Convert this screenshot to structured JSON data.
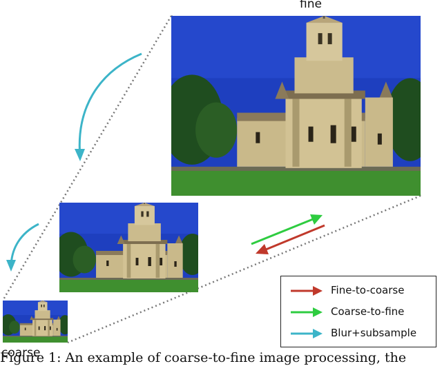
{
  "labels": {
    "fine": "fine",
    "coarse": "coarse"
  },
  "legend": [
    {
      "label": "Fine-to-coarse",
      "color": "#c0392b"
    },
    {
      "label": "Coarse-to-fine",
      "color": "#2ecc40"
    },
    {
      "label": "Blur+subsample",
      "color": "#3cb4c8"
    }
  ],
  "caption": "Figure 1: An example of coarse-to-fine image processing, the",
  "colors": {
    "fine_to_coarse": "#c0392b",
    "coarse_to_fine": "#2ecc40",
    "blur_subsample": "#3cb4c8",
    "sky": "#1e3fbf",
    "stone": "#c9b98a",
    "grass": "#3f8f2f",
    "trees": "#1f4d1f"
  }
}
